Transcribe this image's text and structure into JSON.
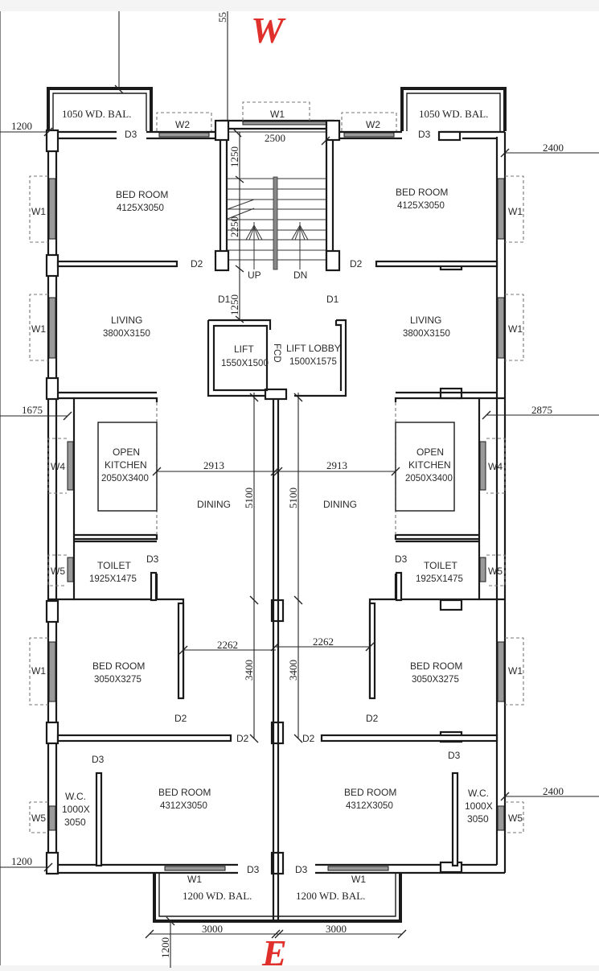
{
  "compass": {
    "top": "W",
    "bottom": "E",
    "color": "#e0302c"
  },
  "balconies": {
    "top_left": "1050 WD. BAL.",
    "top_right": "1050 WD. BAL.",
    "bottom_left": "1200 WD. BAL.",
    "bottom_right": "1200 WD. BAL."
  },
  "rooms": {
    "bed_top_left": {
      "name": "BED ROOM",
      "size": "4125X3050"
    },
    "bed_top_right": {
      "name": "BED ROOM",
      "size": "4125X3050"
    },
    "living_left": {
      "name": "LIVING",
      "size": "3800X3150"
    },
    "living_right": {
      "name": "LIVING",
      "size": "3800X3150"
    },
    "lift": {
      "name": "LIFT",
      "size": "1550X1500"
    },
    "lift_lobby": {
      "name": "LIFT LOBBY",
      "size": "1500X1575"
    },
    "fcd": "FCD",
    "kitchen_left": {
      "line1": "OPEN",
      "line2": "KITCHEN",
      "size": "2050X3400"
    },
    "kitchen_right": {
      "line1": "OPEN",
      "line2": "KITCHEN",
      "size": "2050X3400"
    },
    "dining_left": "DINING",
    "dining_right": "DINING",
    "toilet_left": {
      "name": "TOILET",
      "size": "1925X1475"
    },
    "toilet_right": {
      "name": "TOILET",
      "size": "1925X1475"
    },
    "bed_mid_left": {
      "name": "BED ROOM",
      "size": "3050X3275"
    },
    "bed_mid_right": {
      "name": "BED ROOM",
      "size": "3050X3275"
    },
    "bed_bot_left": {
      "name": "BED ROOM",
      "size": "4312X3050"
    },
    "bed_bot_right": {
      "name": "BED ROOM",
      "size": "4312X3050"
    },
    "wc_left": {
      "line1": "W.C.",
      "line2": "1000X",
      "line3": "3050"
    },
    "wc_right": {
      "line1": "W.C.",
      "line2": "1000X",
      "line3": "3050"
    },
    "stair_up": "UP",
    "stair_dn": "DN"
  },
  "doors": {
    "d1": "D1",
    "d2": "D2",
    "d3": "D3"
  },
  "windows": {
    "w1": "W1",
    "w2": "W2",
    "w4": "W4",
    "w5": "W5"
  },
  "dimensions": {
    "top_left_offset": "1200",
    "top_right_offset": "2400",
    "stair_width": "2500",
    "stair_1250_top": "1250",
    "stair_2250": "2250",
    "stair_1250_bottom": "1250",
    "top_cut": "55",
    "mid_left_offset": "1675",
    "mid_right_offset": "2875",
    "dining_left_width": "2913",
    "dining_right_width": "2913",
    "dining_left_height": "5100",
    "dining_right_height": "5100",
    "bed_left_width": "2262",
    "bed_right_width": "2262",
    "bed_left_height": "3400",
    "bed_right_height": "3400",
    "bot_right_offset": "2400",
    "bot_left_offset": "1200",
    "balcony_left_width": "3000",
    "balcony_right_width": "3000",
    "balcony_depth": "1200"
  }
}
